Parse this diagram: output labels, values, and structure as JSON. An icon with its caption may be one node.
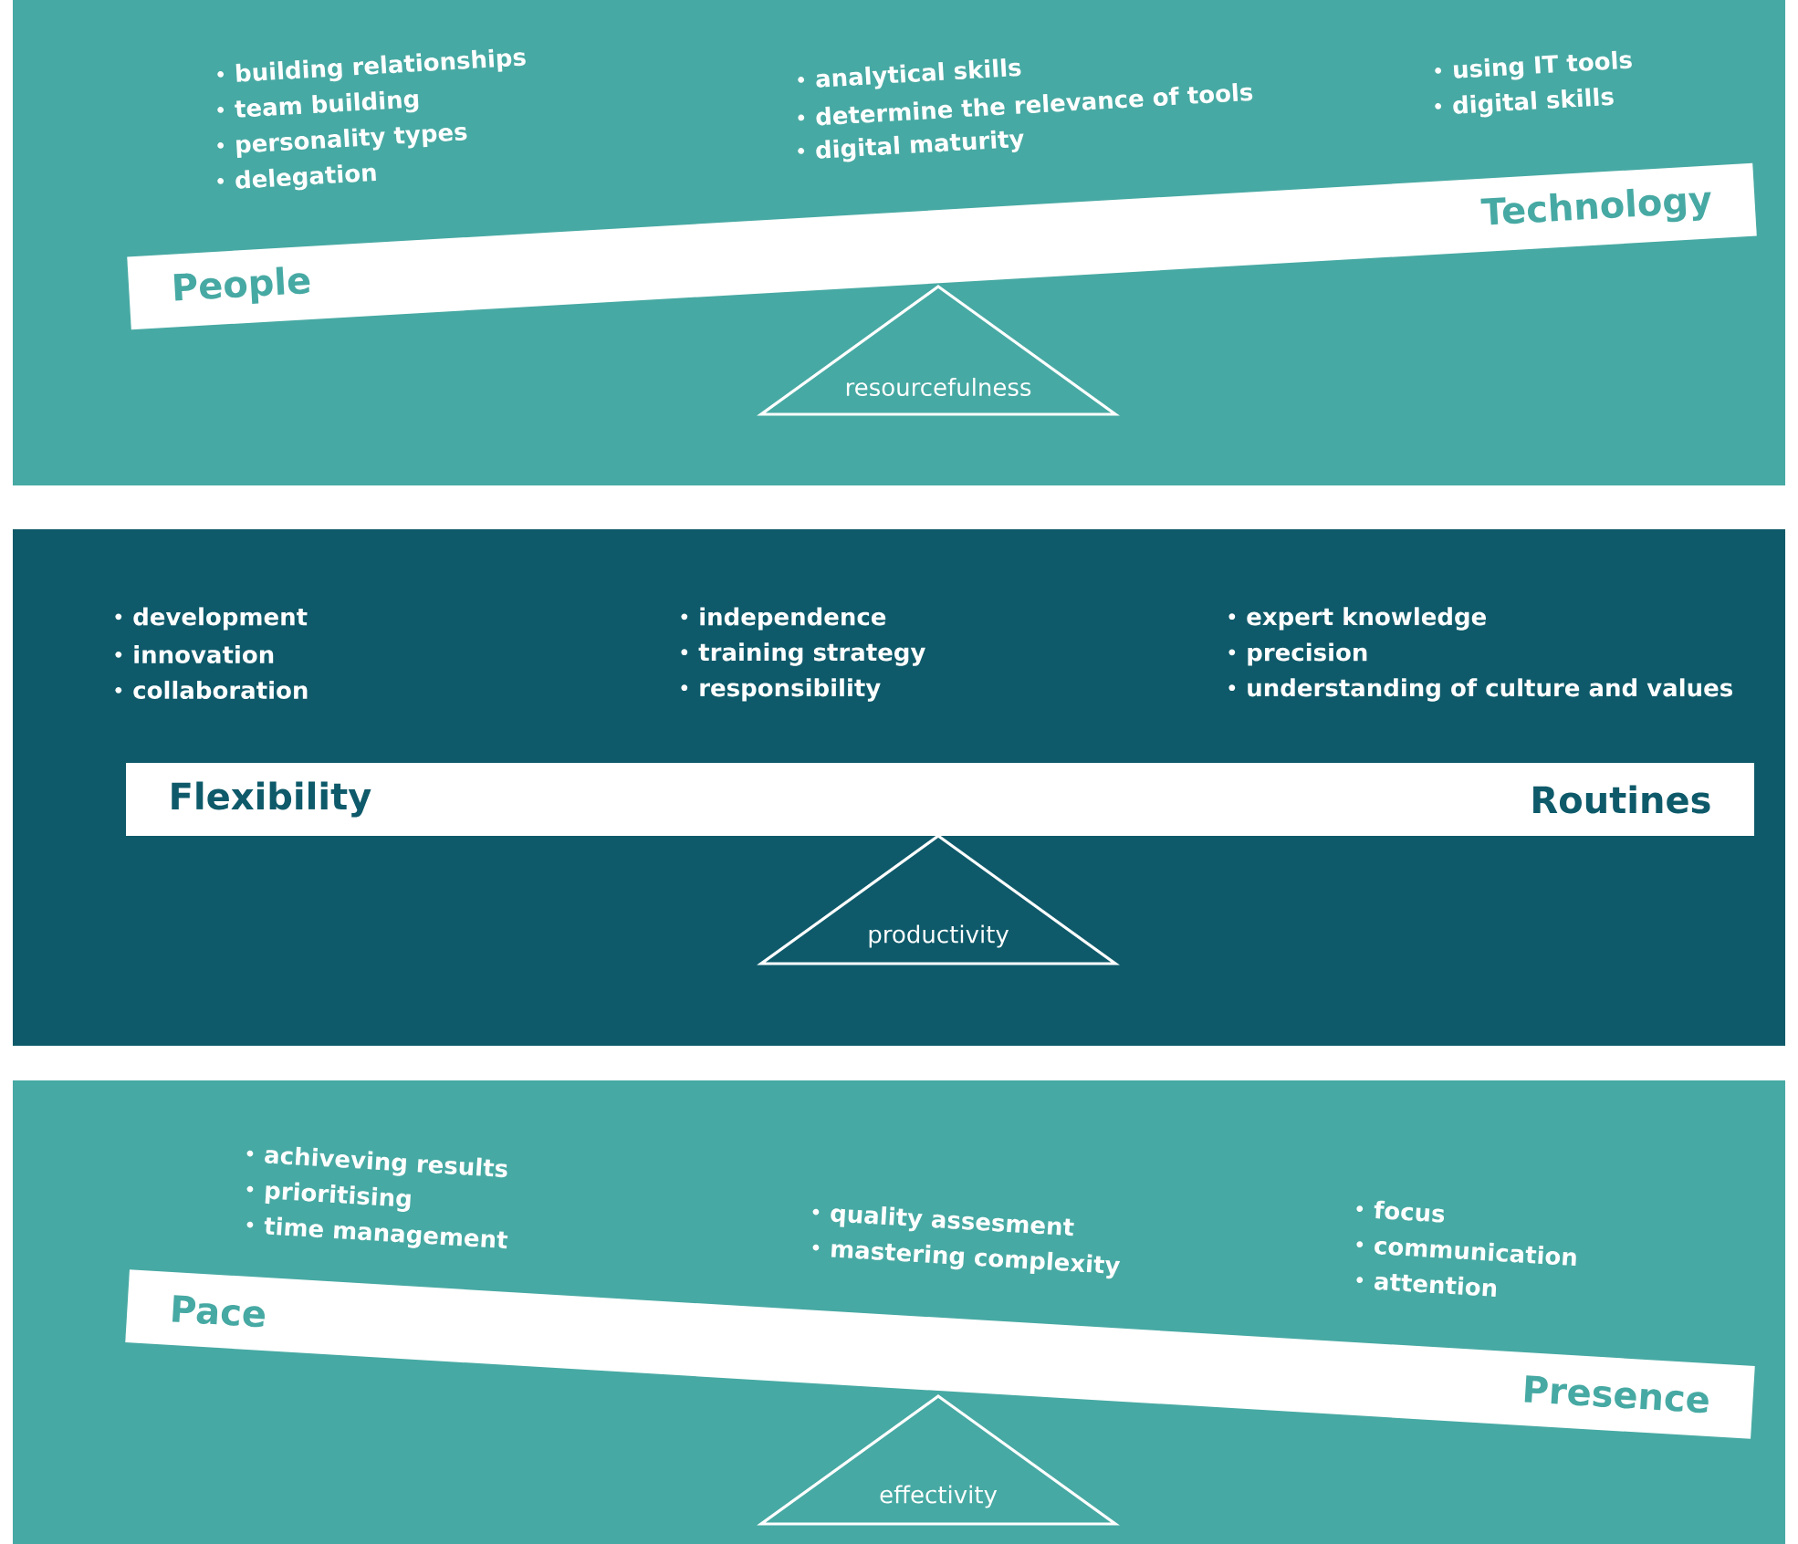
{
  "diagram": {
    "nodes": [
      {
        "text": [
          "building relationships",
          "team building",
          "personality types",
          "delegation",
          "analytical skills",
          "determine the relevance of tools",
          "digital maturity",
          "using IT tools",
          "digital skills"
        ]
      },
      {
        "text": [
          "People",
          "Technology"
        ],
        "in": 0
      },
      {
        "text": [
          "resourcefulness"
        ],
        "in": 0
      },
      {
        "text": [
          "development",
          "innovation",
          "collaboration",
          "independence",
          "training strategy",
          "responsibility",
          "expert knowledge",
          "precision",
          "understanding of culture and values"
        ]
      },
      {
        "text": [
          "Flexibility",
          "Routines"
        ],
        "in": 3
      },
      {
        "text": [
          "productivity"
        ],
        "in": 3
      },
      {
        "text": [
          "achiveving results",
          "prioritising",
          "time management",
          "quality assesment",
          "mastering complexity",
          "focus",
          "communication",
          "attention"
        ]
      },
      {
        "text": [
          "Pace",
          "Presence"
        ],
        "in": 6
      },
      {
        "text": [
          "effectivity"
        ],
        "in": 6
      }
    ],
    "edges": []
  }
}
